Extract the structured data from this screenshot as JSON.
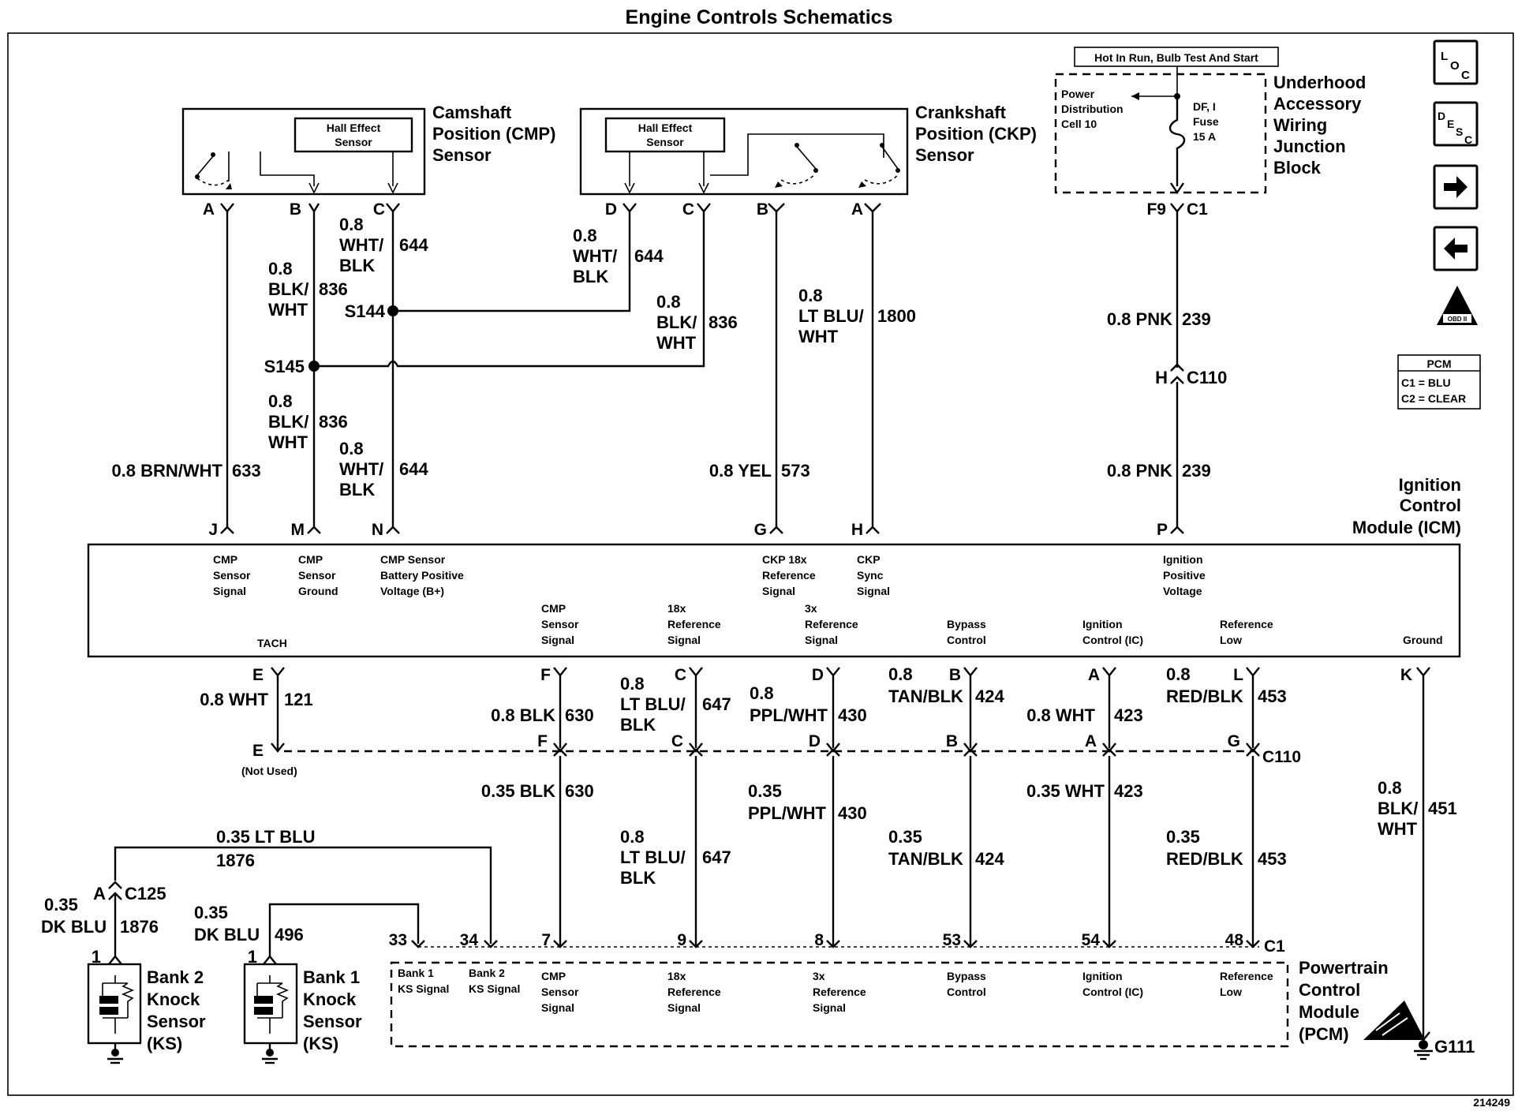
{
  "title": "Engine Controls Schematics",
  "figure_number": "214249",
  "nav": {
    "loc": "LOC",
    "desc": "DESC",
    "obd_label": "OBD II",
    "pcm_legend": {
      "title": "PCM",
      "c1": "C1 = BLU",
      "c2": "C2 = CLEAR"
    }
  },
  "power": {
    "hot_label": "Hot In Run, Bulb Test And Start",
    "pdc": [
      "Power",
      "Distribution",
      "Cell 10"
    ],
    "fuse": [
      "DF, I",
      "Fuse",
      "15 A"
    ],
    "block": [
      "Underhood",
      "Accessory",
      "Wiring",
      "Junction",
      "Block"
    ],
    "conn": "F9",
    "conn2": "C1"
  },
  "cmp": {
    "name": [
      "Camshaft",
      "Position (CMP)",
      "Sensor"
    ],
    "hall": [
      "Hall Effect",
      "Sensor"
    ],
    "pins": [
      "A",
      "B",
      "C"
    ]
  },
  "ckp": {
    "name": [
      "Crankshaft",
      "Position (CKP)",
      "Sensor"
    ],
    "hall": [
      "Hall Effect",
      "Sensor"
    ],
    "pins": [
      "D",
      "C",
      "B",
      "A"
    ]
  },
  "splices": {
    "s144": "S144",
    "s145": "S145"
  },
  "upper_wires": {
    "w644a": [
      "0.8",
      "WHT/",
      "BLK",
      "644"
    ],
    "w836a": [
      "0.8",
      "BLK/",
      "WHT",
      "836"
    ],
    "w644b": [
      "0.8",
      "WHT/",
      "BLK",
      "644"
    ],
    "w836b": [
      "0.8",
      "BLK/",
      "WHT",
      "836"
    ],
    "w1800": [
      "0.8",
      "LT BLU/",
      "WHT",
      "1800"
    ],
    "w239a": [
      "0.8 PNK",
      "239"
    ],
    "c110_pin": "H",
    "c110": "C110",
    "w836c": [
      "0.8",
      "BLK/",
      "WHT",
      "836"
    ],
    "w644c": [
      "0.8",
      "WHT/",
      "BLK",
      "644"
    ],
    "w633": [
      "0.8 BRN/WHT",
      "633"
    ],
    "w573": [
      "0.8 YEL",
      "573"
    ],
    "w239b": [
      "0.8 PNK",
      "239"
    ]
  },
  "icm": {
    "name": [
      "Ignition",
      "Control",
      "Module (ICM)"
    ],
    "top_pins": [
      "J",
      "M",
      "N",
      "G",
      "H",
      "P"
    ],
    "top_labels": [
      [
        "CMP",
        "Sensor",
        "Signal"
      ],
      [
        "CMP",
        "Sensor",
        "Ground"
      ],
      [
        "CMP Sensor",
        "Battery Positive",
        "Voltage (B+)"
      ],
      [
        "CKP 18x",
        "Reference",
        "Signal"
      ],
      [
        "CKP",
        "Sync",
        "Signal"
      ],
      [
        "Ignition",
        "Positive",
        "Voltage"
      ]
    ],
    "bottom_labels": [
      [
        "TACH"
      ],
      [
        "CMP",
        "Sensor",
        "Signal"
      ],
      [
        "18x",
        "Reference",
        "Signal"
      ],
      [
        "3x",
        "Reference",
        "Signal"
      ],
      [
        "Bypass",
        "Control"
      ],
      [
        "Ignition",
        "Control (IC)"
      ],
      [
        "Reference",
        "Low"
      ],
      [
        "Ground"
      ]
    ],
    "bottom_pins": [
      "E",
      "F",
      "C",
      "D",
      "B",
      "A",
      "L",
      "K"
    ]
  },
  "mid_wires": {
    "w121": [
      "0.8 WHT",
      "121"
    ],
    "w630a": [
      "0.8 BLK",
      "630"
    ],
    "w647a": [
      "0.8",
      "LT BLU/",
      "BLK",
      "647"
    ],
    "w430a": [
      "0.8",
      "PPL/WHT",
      "430"
    ],
    "w424a": [
      "0.8",
      "TAN/BLK",
      "424"
    ],
    "w423a": [
      "0.8 WHT",
      "423"
    ],
    "w453a": [
      "0.8",
      "RED/BLK",
      "453"
    ],
    "c110_pins": [
      "E",
      "F",
      "C",
      "D",
      "B",
      "A",
      "G"
    ],
    "c110": "C110",
    "not_used": "(Not Used)"
  },
  "low_wires": {
    "w630b": [
      "0.35 BLK",
      "630"
    ],
    "w647b": [
      "0.8",
      "LT BLU/",
      "BLK",
      "647"
    ],
    "w430b": [
      "0.35",
      "PPL/WHT",
      "430"
    ],
    "w424b": [
      "0.35",
      "TAN/BLK",
      "424"
    ],
    "w423b": [
      "0.35 WHT",
      "423"
    ],
    "w453b": [
      "0.35",
      "RED/BLK",
      "453"
    ],
    "w451": [
      "0.8",
      "BLK/",
      "WHT",
      "451"
    ],
    "w1876a": [
      "0.35 LT BLU",
      "1876"
    ],
    "c125_pin": "A",
    "c125": "C125",
    "w1876b": [
      "0.35",
      "DK BLU",
      "1876"
    ],
    "w496": [
      "0.35",
      "DK BLU",
      "496"
    ]
  },
  "pcm": {
    "name": [
      "Powertrain",
      "Control",
      "Module",
      "(PCM)"
    ],
    "pins": [
      "33",
      "34",
      "7",
      "9",
      "8",
      "53",
      "54",
      "48"
    ],
    "conn": "C1",
    "labels": [
      [
        "Bank 1",
        "KS Signal"
      ],
      [
        "Bank 2",
        "KS Signal"
      ],
      [
        "CMP",
        "Sensor",
        "Signal"
      ],
      [
        "18x",
        "Reference",
        "Signal"
      ],
      [
        "3x",
        "Reference",
        "Signal"
      ],
      [
        "Bypass",
        "Control"
      ],
      [
        "Ignition",
        "Control (IC)"
      ],
      [
        "Reference",
        "Low"
      ]
    ]
  },
  "knock": {
    "bank2": [
      "Bank 2",
      "Knock",
      "Sensor",
      "(KS)"
    ],
    "bank1": [
      "Bank 1",
      "Knock",
      "Sensor",
      "(KS)"
    ],
    "pin": "1"
  },
  "ground": "G111"
}
